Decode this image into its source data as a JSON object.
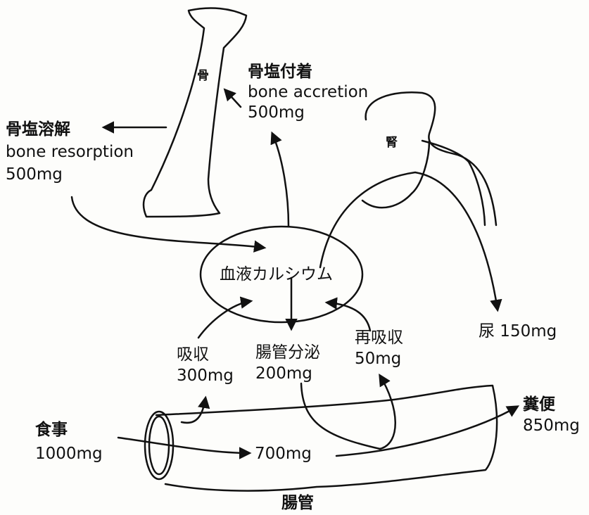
{
  "labels": {
    "bone": "骨",
    "kidney": "腎",
    "blood": "血液カルシウム",
    "intestine": "腸管",
    "bone_resorption": {
      "ja": "骨塩溶解",
      "en": "bone resorption",
      "amount": "500mg"
    },
    "bone_accretion": {
      "ja": "骨塩付着",
      "en": "bone accretion",
      "amount": "500mg"
    },
    "absorption": {
      "ja": "吸収",
      "amount": "300mg"
    },
    "secretion": {
      "ja": "腸管分泌",
      "amount": "200mg"
    },
    "reabsorption": {
      "ja": "再吸収",
      "amount": "50mg"
    },
    "urine": "尿 150mg",
    "food": {
      "ja": "食事",
      "amount": "1000mg"
    },
    "feces": {
      "ja": "糞便",
      "amount": "850mg"
    },
    "passthrough": "700mg"
  },
  "colors": {
    "ink": "#111111",
    "paper": "#fdfdfb"
  }
}
